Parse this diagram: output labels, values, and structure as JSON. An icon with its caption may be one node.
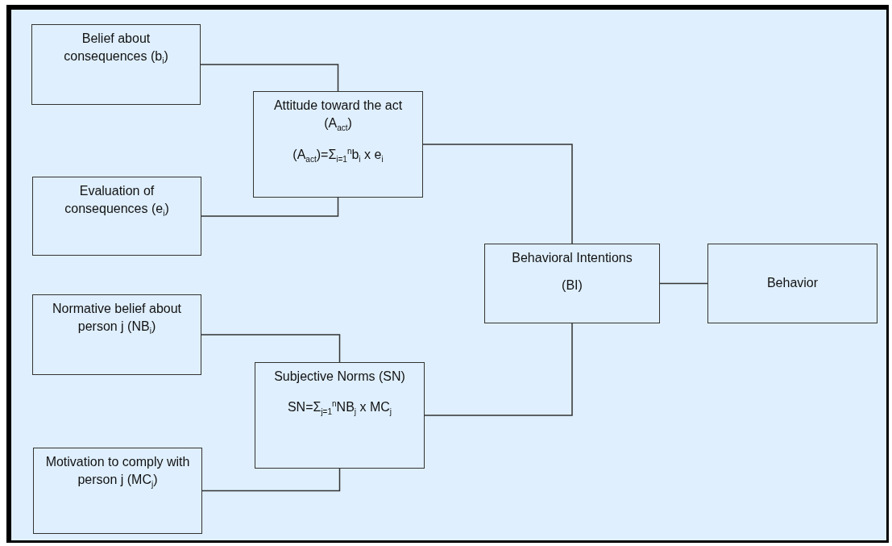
{
  "diagram": {
    "nodes": [
      {
        "text": [
          "Belief about consequences (b$_{i}$)"
        ]
      },
      {
        "text": [
          "Evaluation of consequences (e$_{i}$)"
        ]
      },
      {
        "text": [
          "Attitude toward the act (A$_{act}$)",
          "(A$_{act}$)=Σ$_{i=1}$$^{n}$b$_{i}$ x e$_{i}$"
        ]
      },
      {
        "text": [
          "Normative belief about person j (NB$_{i}$)"
        ]
      },
      {
        "text": [
          "Motivation to comply with person j (MC$_{j}$)"
        ]
      },
      {
        "text": [
          "Subjective Norms (SN)",
          "SN=Σ$_{j=1}$$^{n}$NB$_{j}$ x MC$_{j}$"
        ]
      },
      {
        "text": [
          "Behavioral Intentions",
          "(BI)"
        ]
      },
      {
        "text": [
          "Behavior"
        ]
      }
    ],
    "edges": [
      {
        "from": 0,
        "to": 2,
        "arrow": "none"
      },
      {
        "from": 1,
        "to": 2,
        "arrow": "none"
      },
      {
        "from": 2,
        "to": 6,
        "arrow": "none"
      },
      {
        "from": 3,
        "to": 5,
        "arrow": "none"
      },
      {
        "from": 4,
        "to": 5,
        "arrow": "none"
      },
      {
        "from": 5,
        "to": 6,
        "arrow": "none"
      },
      {
        "from": 6,
        "to": 7,
        "arrow": "none"
      }
    ]
  }
}
